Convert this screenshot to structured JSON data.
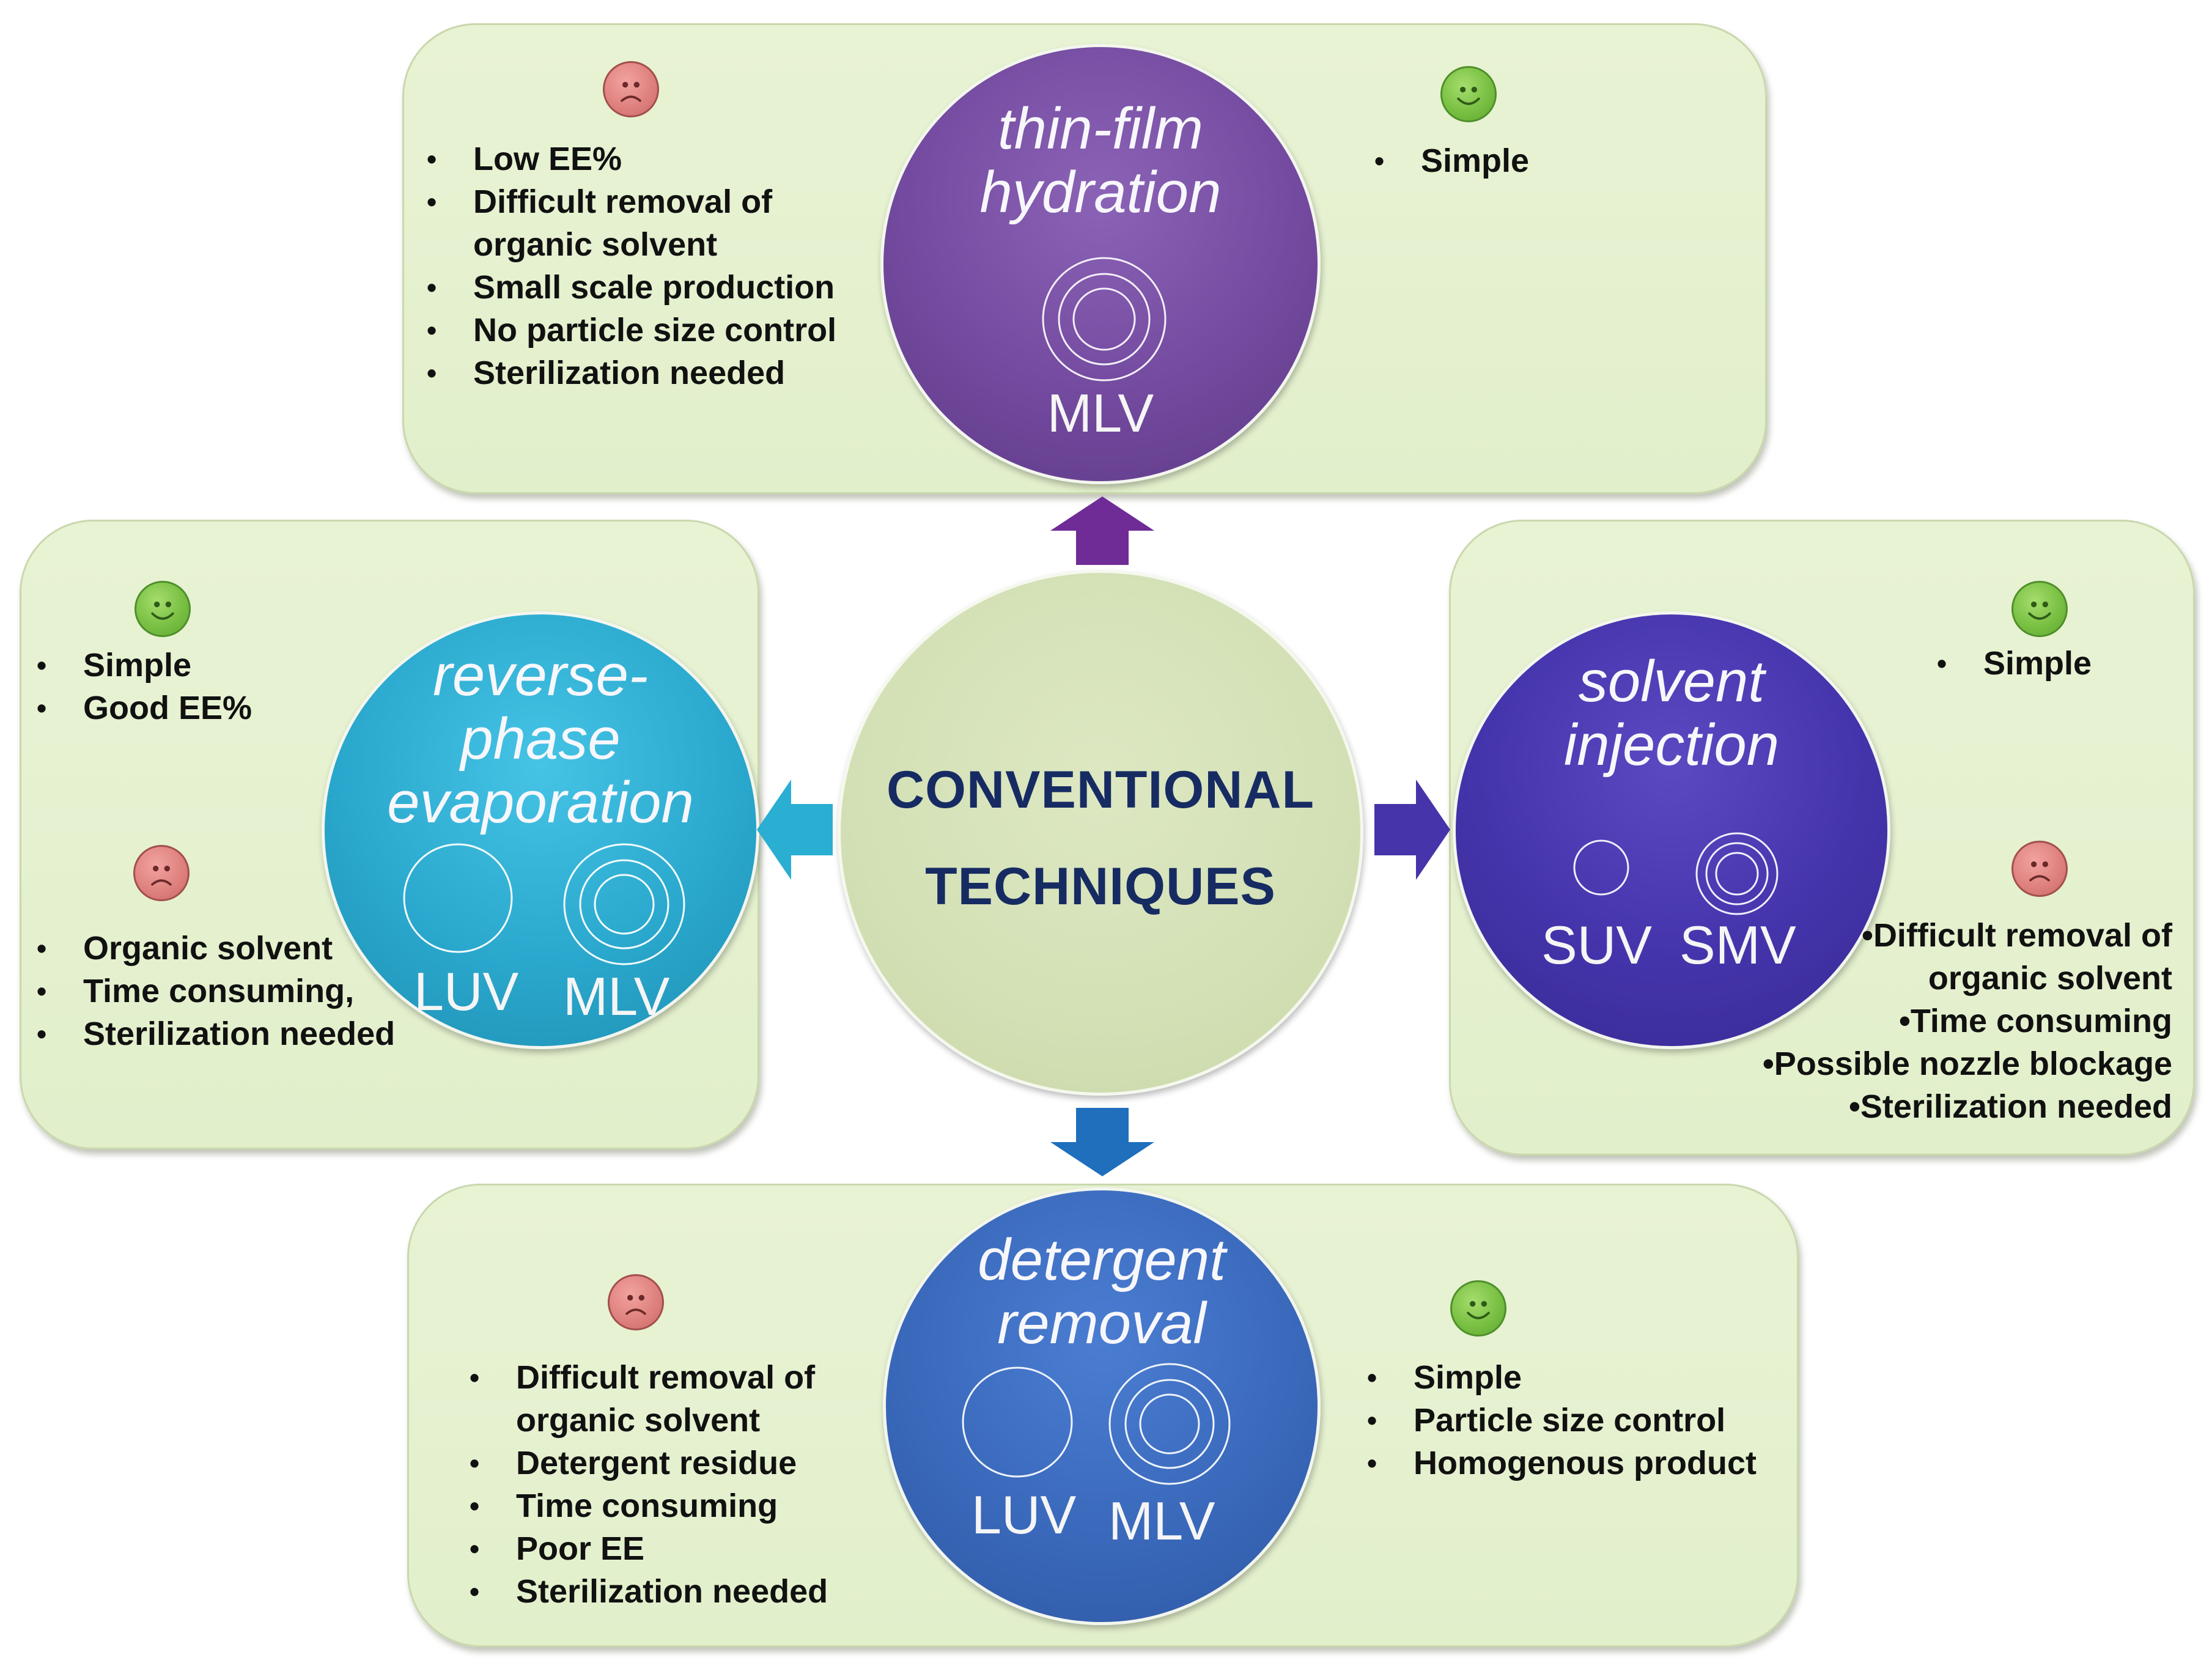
{
  "center": {
    "line1": "CONVENTIONAL",
    "line2": "TECHNIQUES"
  },
  "top": {
    "title_line1": "thin-film",
    "title_line2": "hydration",
    "vesicles": [
      "MLV"
    ],
    "disadvantages": [
      "Low EE%",
      "Difficult removal of",
      "organic solvent",
      "Small scale production",
      "No particle size control",
      "Sterilization needed"
    ],
    "advantages": [
      "Simple"
    ]
  },
  "left": {
    "title_line1": "reverse-",
    "title_line2": "phase",
    "title_line3": "evaporation",
    "vesicles": [
      "LUV",
      "MLV"
    ],
    "advantages": [
      "Simple",
      "Good EE%"
    ],
    "disadvantages": [
      "Organic solvent",
      "Time consuming,",
      "Sterilization needed"
    ]
  },
  "right": {
    "title_line1": "solvent",
    "title_line2": "injection",
    "vesicles": [
      "SUV",
      "SMV"
    ],
    "advantages": [
      "Simple"
    ],
    "disadvantages": [
      "Difficult removal of",
      "organic solvent",
      "Time consuming",
      "Possible nozzle blockage",
      "Sterilization needed"
    ]
  },
  "bottom": {
    "title_line1": "detergent",
    "title_line2": "removal",
    "vesicles": [
      "LUV",
      "MLV"
    ],
    "disadvantages": [
      "Difficult removal of",
      "organic solvent",
      "Detergent residue",
      "Time consuming",
      "Poor EE",
      "Sterilization needed"
    ],
    "advantages": [
      "Simple",
      "Particle size control",
      "Homogenous product"
    ]
  },
  "colors": {
    "panel": "#e4f0cf",
    "top_circle": "#734a9f",
    "left_circle": "#2aa8cd",
    "right_circle": "#4434ab",
    "bottom_circle": "#3a69bb",
    "center_text": "#172b63",
    "happy_face": "#79c043",
    "sad_face": "#dd7f7c"
  },
  "icons": {
    "advantage": "happy-face-icon",
    "disadvantage": "sad-face-icon"
  }
}
